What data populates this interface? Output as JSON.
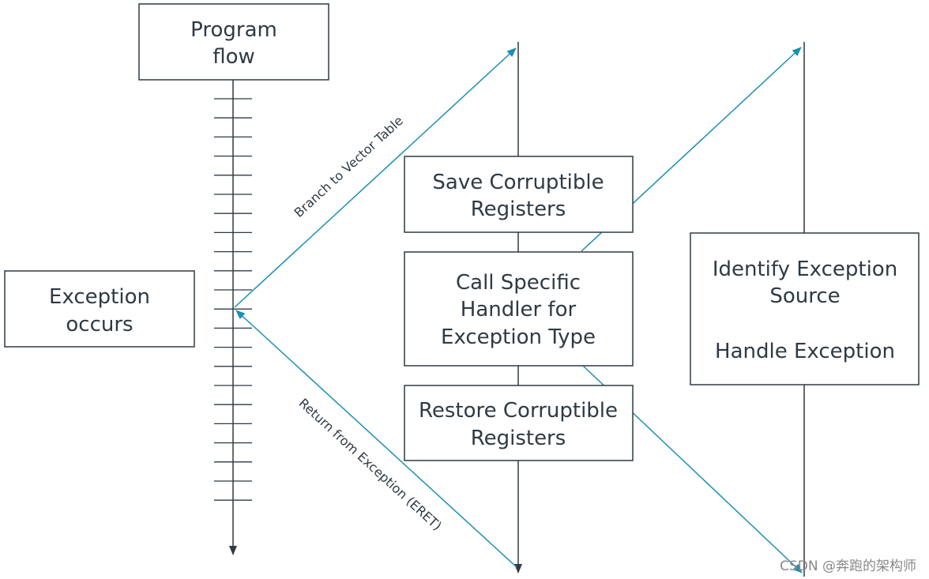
{
  "boxes": {
    "program_flow": [
      "Program",
      "flow"
    ],
    "exception_occurs": [
      "Exception",
      "occurs"
    ],
    "save_registers": [
      "Save Corruptible",
      "Registers"
    ],
    "call_handler": [
      "Call Specific",
      "Handler for",
      "Exception Type"
    ],
    "restore_registers": [
      "Restore Corruptible",
      "Registers"
    ],
    "identify_source": [
      "Identify Exception",
      "Source"
    ],
    "handle_exception": "Handle Exception"
  },
  "arrows": {
    "branch_label": "Branch to Vector Table",
    "return_label": "Return from Exception (ERET)"
  },
  "watermark": "CSDN @奔跑的架构师",
  "colors": {
    "line": "#2e3a44",
    "arrow": "#1a8fb5",
    "box_border": "#2e3a44"
  }
}
